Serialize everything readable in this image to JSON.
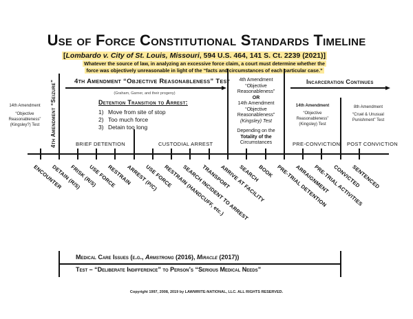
{
  "title": "Use of Force Constitutional Standards Timeline",
  "citation": {
    "case_name": "Lombardo v. City of St. Louis, Missouri",
    "reporter": ", 594 U.S. 464, 141 S. Ct. 2239 (2021)",
    "open_bracket": "[",
    "close_bracket": "]"
  },
  "holding": {
    "line1": "Whatever the source of law, in analyzing an excessive force claim, a court must determine whether the",
    "line2": "force was objectively unreasonable in light of the “facts and circumstances of each particular case.”"
  },
  "left_column": {
    "amendment": "14th Amendment",
    "test_line1": "“Objective",
    "test_line2": "Reasonableness”",
    "test_line3": "(Kingsley?) Test"
  },
  "seizure_label": "4th Amendment “Seizure”",
  "fourth_amendment_test": {
    "label": "4th Amendment “Objective Reasonableness” Test",
    "subtext": "(Graham, Garner, and their progeny)"
  },
  "detention_transition": {
    "heading": "Detention Transition to Arrest:",
    "items": [
      {
        "num": "1)",
        "text": "Move from site of stop"
      },
      {
        "num": "2)",
        "text": "Too much force"
      },
      {
        "num": "3)",
        "text": "Detain too long"
      }
    ]
  },
  "middle_column": {
    "line1": "4th Amendment",
    "line2": "“Objective",
    "line3": "Reasonableness”",
    "or": "OR",
    "line4": "14th Amendment",
    "line5": "“Objective",
    "line6": "Reasonableness”",
    "line7": "(Kingsley) Test",
    "line8": "Depending on the",
    "line9": "Totality of the",
    "line10": "Circumstances"
  },
  "incarceration": {
    "label": "Incarceration Continues",
    "pre": {
      "amendment": "14th Amendment",
      "test_line1": "“Objective",
      "test_line2": "Reasonableness”",
      "test_line3": "(Kingsley) Test",
      "phase": "Pre-Conviction"
    },
    "post": {
      "amendment": "8th Amendment",
      "test_line1": "“Cruel & Unusual",
      "test_line2": "Punishment” Test",
      "phase": "Post Conviction"
    }
  },
  "phases": {
    "brief_detention": "Brief Detention",
    "custodial_arrest": "Custodial Arrest"
  },
  "timeline_events": [
    "ENCOUNTER",
    "DETAIN (R/S)",
    "FRISK (R/S)",
    "USE FORCE",
    "RESTRAIN",
    "ARREST (P/C)",
    "USE FORCE",
    "RESTRAIN (HANDCUFF, etc.)",
    "SEARCH INCIDENT TO ARREST",
    "TRANSPORT",
    "ARRIVE AT FACILITY",
    "SEARCH",
    "BOOK",
    "PRE-TRIAL DETENTION",
    "ARRAIGNMENT",
    "PRE-TRIAL ACTIVITIES",
    "CONVICTED",
    "SENTENCED"
  ],
  "medical": {
    "issues_label": "Medical Care Issues (e.g., ",
    "case1": "Armstrong",
    "case1_year": " (2016), ",
    "case2": "Miracle",
    "case2_year": " (2017))",
    "test_label": "Test – “Deliberate Indifference” to Person’s “Serious Medical Needs”"
  },
  "copyright": "Copyright 1997, 2008, 2019 by LAWWRITE-NATIONAL, LLC.  ALL RIGHTS RESERVED."
}
